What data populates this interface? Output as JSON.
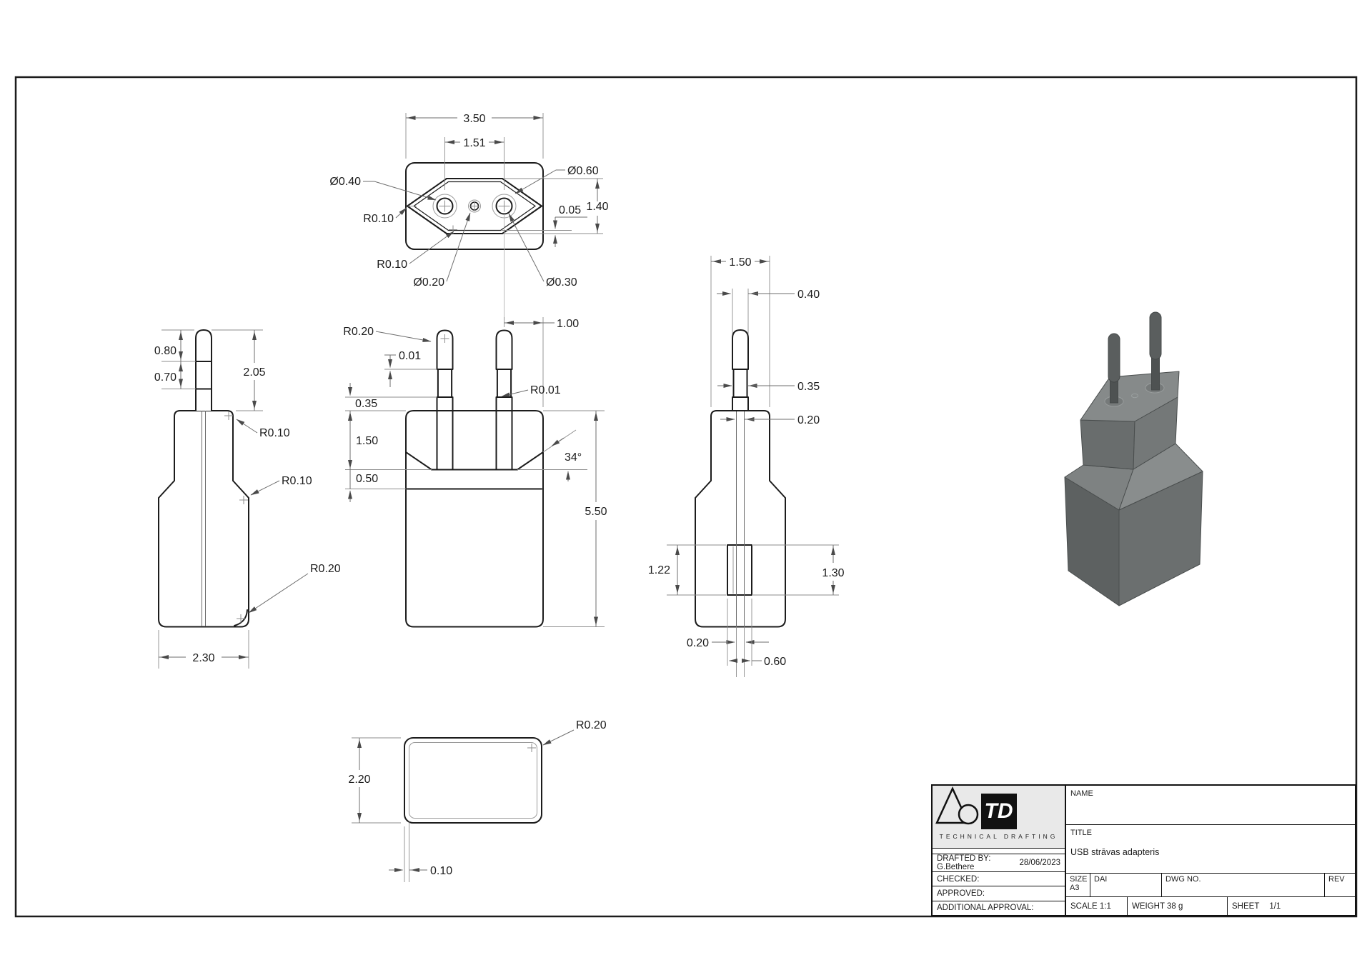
{
  "dims": {
    "top": {
      "width": "3.50",
      "pin_spacing": "1.51",
      "pin_hole_dia": "Ø0.60",
      "pin_dia": "Ø0.40",
      "recess_radius": "R0.10",
      "recess_height": "1.40",
      "inner_offset": "0.05",
      "recess_radius2": "R0.10",
      "center_pin_dia": "Ø0.20",
      "center_hole_dia": "Ø0.30"
    },
    "front": {
      "pin_tip_radius": "R0.20",
      "pin_tip_step": "0.01",
      "pin_to_edge": "1.00",
      "pin_base_radius": "R0.01",
      "pin_base_height": "0.35",
      "head_height": "1.50",
      "chamfer_angle": "34°",
      "neck_height": "0.50",
      "total_height": "5.50"
    },
    "left": {
      "pin_tip_length": "0.80",
      "pin_length": "2.05",
      "pin_shank_length": "0.70",
      "top_radius": "R0.10",
      "shoulder_radius": "R0.10",
      "bottom_radius": "R0.20",
      "body_width": "2.30"
    },
    "right": {
      "head_width": "1.50",
      "pin_width": "0.40",
      "pin_shank_width": "0.35",
      "slot_width": "0.20",
      "port_height_inner": "1.22",
      "port_height": "1.30",
      "slot_width_bottom": "0.20",
      "port_width": "0.60"
    },
    "bottom": {
      "body_depth": "2.20",
      "corner_radius": "R0.20",
      "wall_thickness": "0.10"
    }
  },
  "title_block": {
    "logo_initials": "TD",
    "logo_subtitle": "TECHNICAL DRAFTING",
    "name_label": "NAME",
    "title_label": "TITLE",
    "title_value": "USB strāvas adapteris",
    "drafted_by": "DRAFTED BY: G.Bethere",
    "drafted_date": "28/06/2023",
    "checked_label": "CHECKED:",
    "approved_label": "APPROVED:",
    "additional_label": "ADDITIONAL APPROVAL:",
    "size_label": "SIZE",
    "size_value": "A3",
    "dai_label": "DAI",
    "dwg_label": "DWG NO.",
    "rev_label": "REV",
    "scale_text": "SCALE 1:1",
    "weight_text": "WEIGHT 38 g",
    "sheet_label": "SHEET",
    "sheet_value": "1/1"
  },
  "colors": {
    "line": "#1c1c1c",
    "dim_line": "#6e6e6e",
    "iso_body": "#6b6f6f",
    "iso_top": "#868a8a",
    "logo_bg": "#e9e9e9"
  }
}
